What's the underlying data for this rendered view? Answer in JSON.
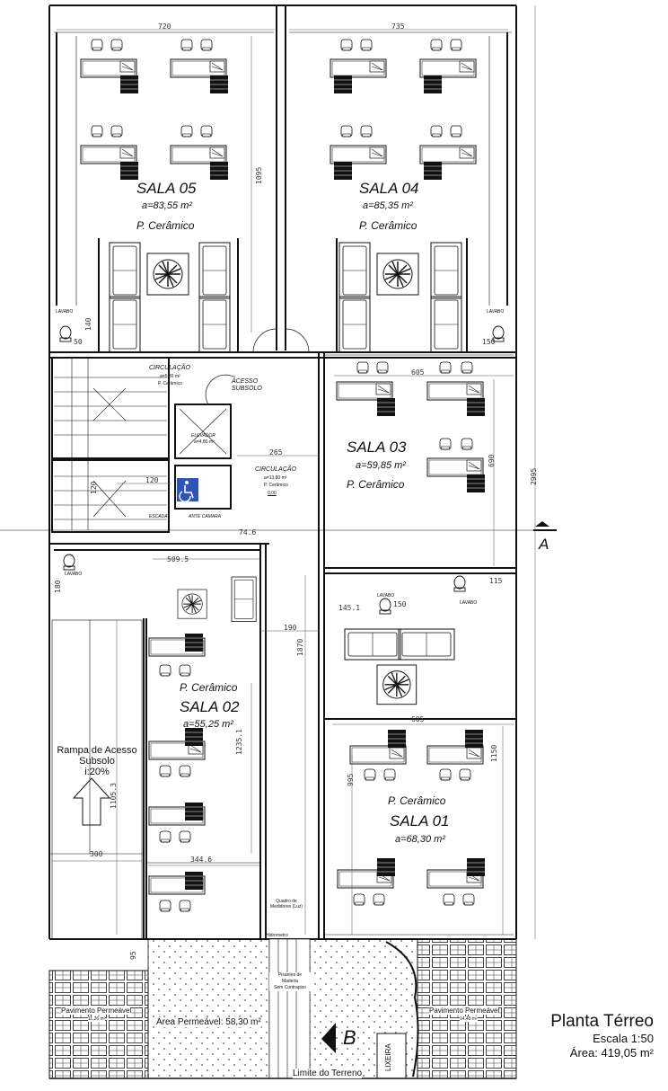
{
  "drawing": {
    "title": "Planta Térreo",
    "scale": "Escala 1:50",
    "area": "Área: 419,05 m²"
  },
  "rooms": [
    {
      "id": "sala05",
      "name": "SALA 05",
      "area": "a=83,55 m²",
      "floor": "P. Cerâmico"
    },
    {
      "id": "sala04",
      "name": "SALA 04",
      "area": "a=85,35 m²",
      "floor": "P. Cerâmico"
    },
    {
      "id": "sala03",
      "name": "SALA 03",
      "area": "a=59,85 m²",
      "floor": "P. Cerâmico"
    },
    {
      "id": "sala02",
      "name": "SALA 02",
      "area": "a=55,25 m²",
      "floor": "P. Cerâmico"
    },
    {
      "id": "sala01",
      "name": "SALA 01",
      "area": "a=68,30 m²",
      "floor": "P. Cerâmico"
    }
  ],
  "circulation": {
    "top": {
      "name": "CIRCULAÇÃO",
      "area": "a=5,80 m²",
      "floor": "P. Cerâmico"
    },
    "middle": {
      "name": "CIRCULAÇÃO",
      "area": "a=13,80 m²",
      "floor": "P. Cerâmico"
    },
    "acesso": "ACESSO\nSUBSOLO",
    "elevador": "ELEVADOR",
    "elevador_area": "a=4,80 m²",
    "escada": "ESCADA",
    "ante_camara": "ANTE CAMARA",
    "level": "0,00"
  },
  "lavabo": "LAVABO",
  "ramp": {
    "line1": "Rampa de Acesso",
    "line2": "Subsolo",
    "line3": "i:20%"
  },
  "outside": {
    "pavimento_left": "Pavimento Permeável",
    "pavimento_left_area": "11,26 m²",
    "pavimento_right": "Pavimento Permeável",
    "pavimento_right_area": "14,45 m²",
    "area_permeavel": "Área Permeável: 58,30 m²",
    "pisantes": "Pisantes de\nMadeira\nSem Contrapiso",
    "lixeira": "LIXEIRA",
    "limite": "Limite do Terreno",
    "quadro": "Quadro de\nMedidores (Luz)",
    "hidrometro": "Hidrometro"
  },
  "sections": {
    "a": "A",
    "b": "B"
  },
  "dimensions": {
    "d720": "720",
    "d735": "735",
    "d1095": "1095",
    "d605a": "605",
    "d690": "690",
    "d2995": "2995",
    "d265": "265",
    "d120a": "120",
    "d120b": "120",
    "d74": "74.6",
    "d509": "509.5",
    "d190": "190",
    "d1870": "1870",
    "d1235": "1235.1",
    "d1105": "1105.3",
    "d300": "300",
    "d344": "344.6",
    "d605b": "605",
    "d1150": "1150",
    "d995": "995",
    "d150a": "150",
    "d150b": "150",
    "d115": "115",
    "d145": "145.1",
    "d50": "50",
    "d95": "95",
    "d140": "140",
    "d180": "180"
  }
}
